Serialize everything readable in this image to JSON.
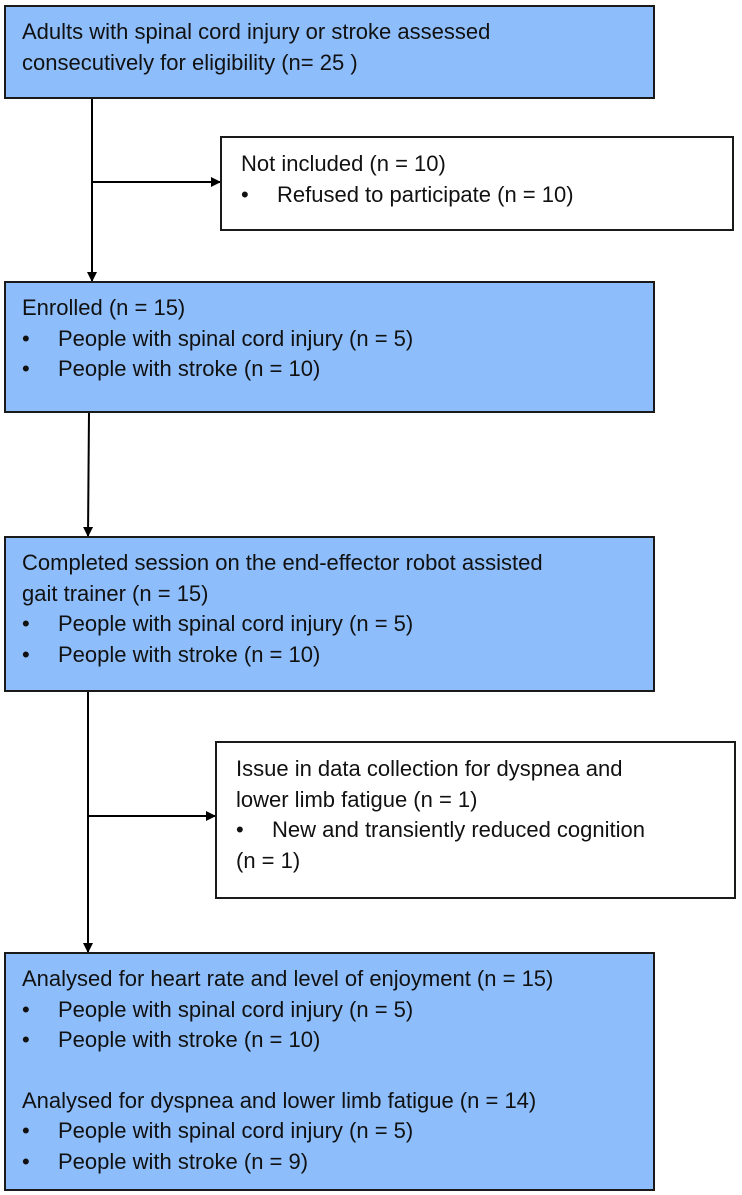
{
  "boxes": {
    "assessed": {
      "lines": [
        "Adults with spinal cord injury or stroke assessed",
        "consecutively for eligibility (n= 25 )"
      ]
    },
    "not_included": {
      "heading": "Not included (n = 10)",
      "items": [
        "Refused to participate (n = 10)"
      ]
    },
    "enrolled": {
      "heading": "Enrolled (n = 15)",
      "items": [
        "People with spinal cord injury (n = 5)",
        "People with stroke (n = 10)"
      ]
    },
    "completed": {
      "heading_lines": [
        "Completed session on the end-effector robot assisted",
        "gait trainer (n = 15)"
      ],
      "items": [
        "People with spinal cord injury (n = 5)",
        "People with stroke (n = 10)"
      ]
    },
    "issue": {
      "heading_lines": [
        "Issue in data collection for dyspnea and",
        "lower limb fatigue (n = 1)"
      ],
      "item_lines": [
        "New and transiently reduced cognition",
        "(n = 1)"
      ]
    },
    "analysed": {
      "group1": {
        "heading": "Analysed for heart rate and level of enjoyment (n = 15)",
        "items": [
          "People with spinal cord injury (n = 5)",
          "People with stroke (n = 10)"
        ]
      },
      "group2": {
        "heading": "Analysed for dyspnea and lower limb fatigue (n = 14)",
        "items": [
          "People with spinal cord injury (n = 5)",
          "People with stroke (n = 9)"
        ]
      }
    }
  },
  "bullet_char": "•",
  "colors": {
    "box_fill": "#8dbdfb",
    "border": "#1a1a1a",
    "arrow": "#000000"
  }
}
